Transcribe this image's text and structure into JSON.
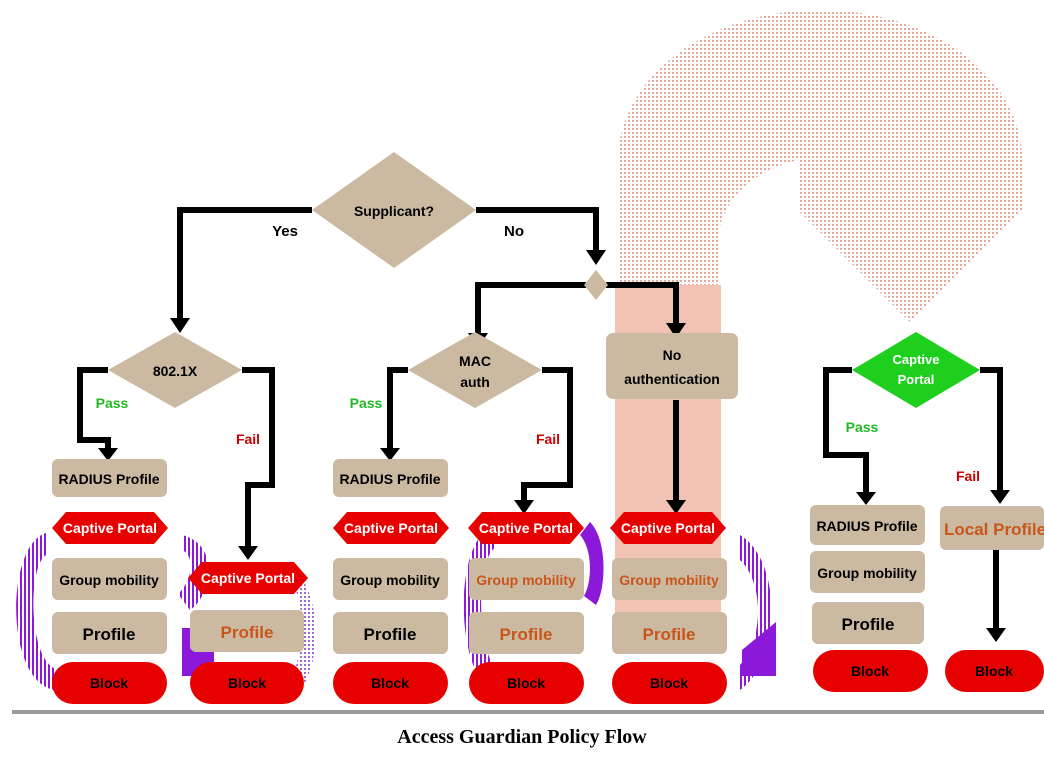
{
  "colors": {
    "tan": "#cbbaa1",
    "red": "#e60000",
    "green": "#1ecf1e",
    "pass": "#21b821",
    "failtext": "#cc0000",
    "orange": "#c8561a",
    "pink": "#f2c2b4",
    "purple": "#8c19d9",
    "line": "#000000",
    "rule": "#9a9a9a"
  },
  "decisions": {
    "supplicant": "Supplicant?",
    "dot1x": "802.1X",
    "mac_line1": "MAC",
    "mac_line2": "auth",
    "captive_line1": "Captive",
    "captive_line2": "Portal"
  },
  "edges": {
    "yes": "Yes",
    "no": "No",
    "pass": "Pass",
    "fail": "Fail"
  },
  "no_auth": {
    "line1": "No",
    "line2": "authentication"
  },
  "columns": [
    {
      "radius": "RADIUS Profile",
      "captive": "Captive Portal",
      "group": "Group mobility",
      "profile": "Profile",
      "block": "Block"
    },
    {
      "captive": "Captive Portal",
      "profile": "Profile",
      "block": "Block"
    },
    {
      "radius": "RADIUS Profile",
      "captive": "Captive Portal",
      "group": "Group mobility",
      "profile": "Profile",
      "block": "Block"
    },
    {
      "captive": "Captive Portal",
      "group": "Group mobility",
      "profile": "Profile",
      "block": "Block"
    },
    {
      "captive": "Captive Portal",
      "group": "Group mobility",
      "profile": "Profile",
      "block": "Block"
    },
    {
      "radius": "RADIUS Profile",
      "group": "Group mobility",
      "profile": "Profile",
      "block": "Block"
    },
    {
      "local": "Local Profile",
      "block": "Block"
    }
  ],
  "caption": "Access Guardian Policy Flow"
}
